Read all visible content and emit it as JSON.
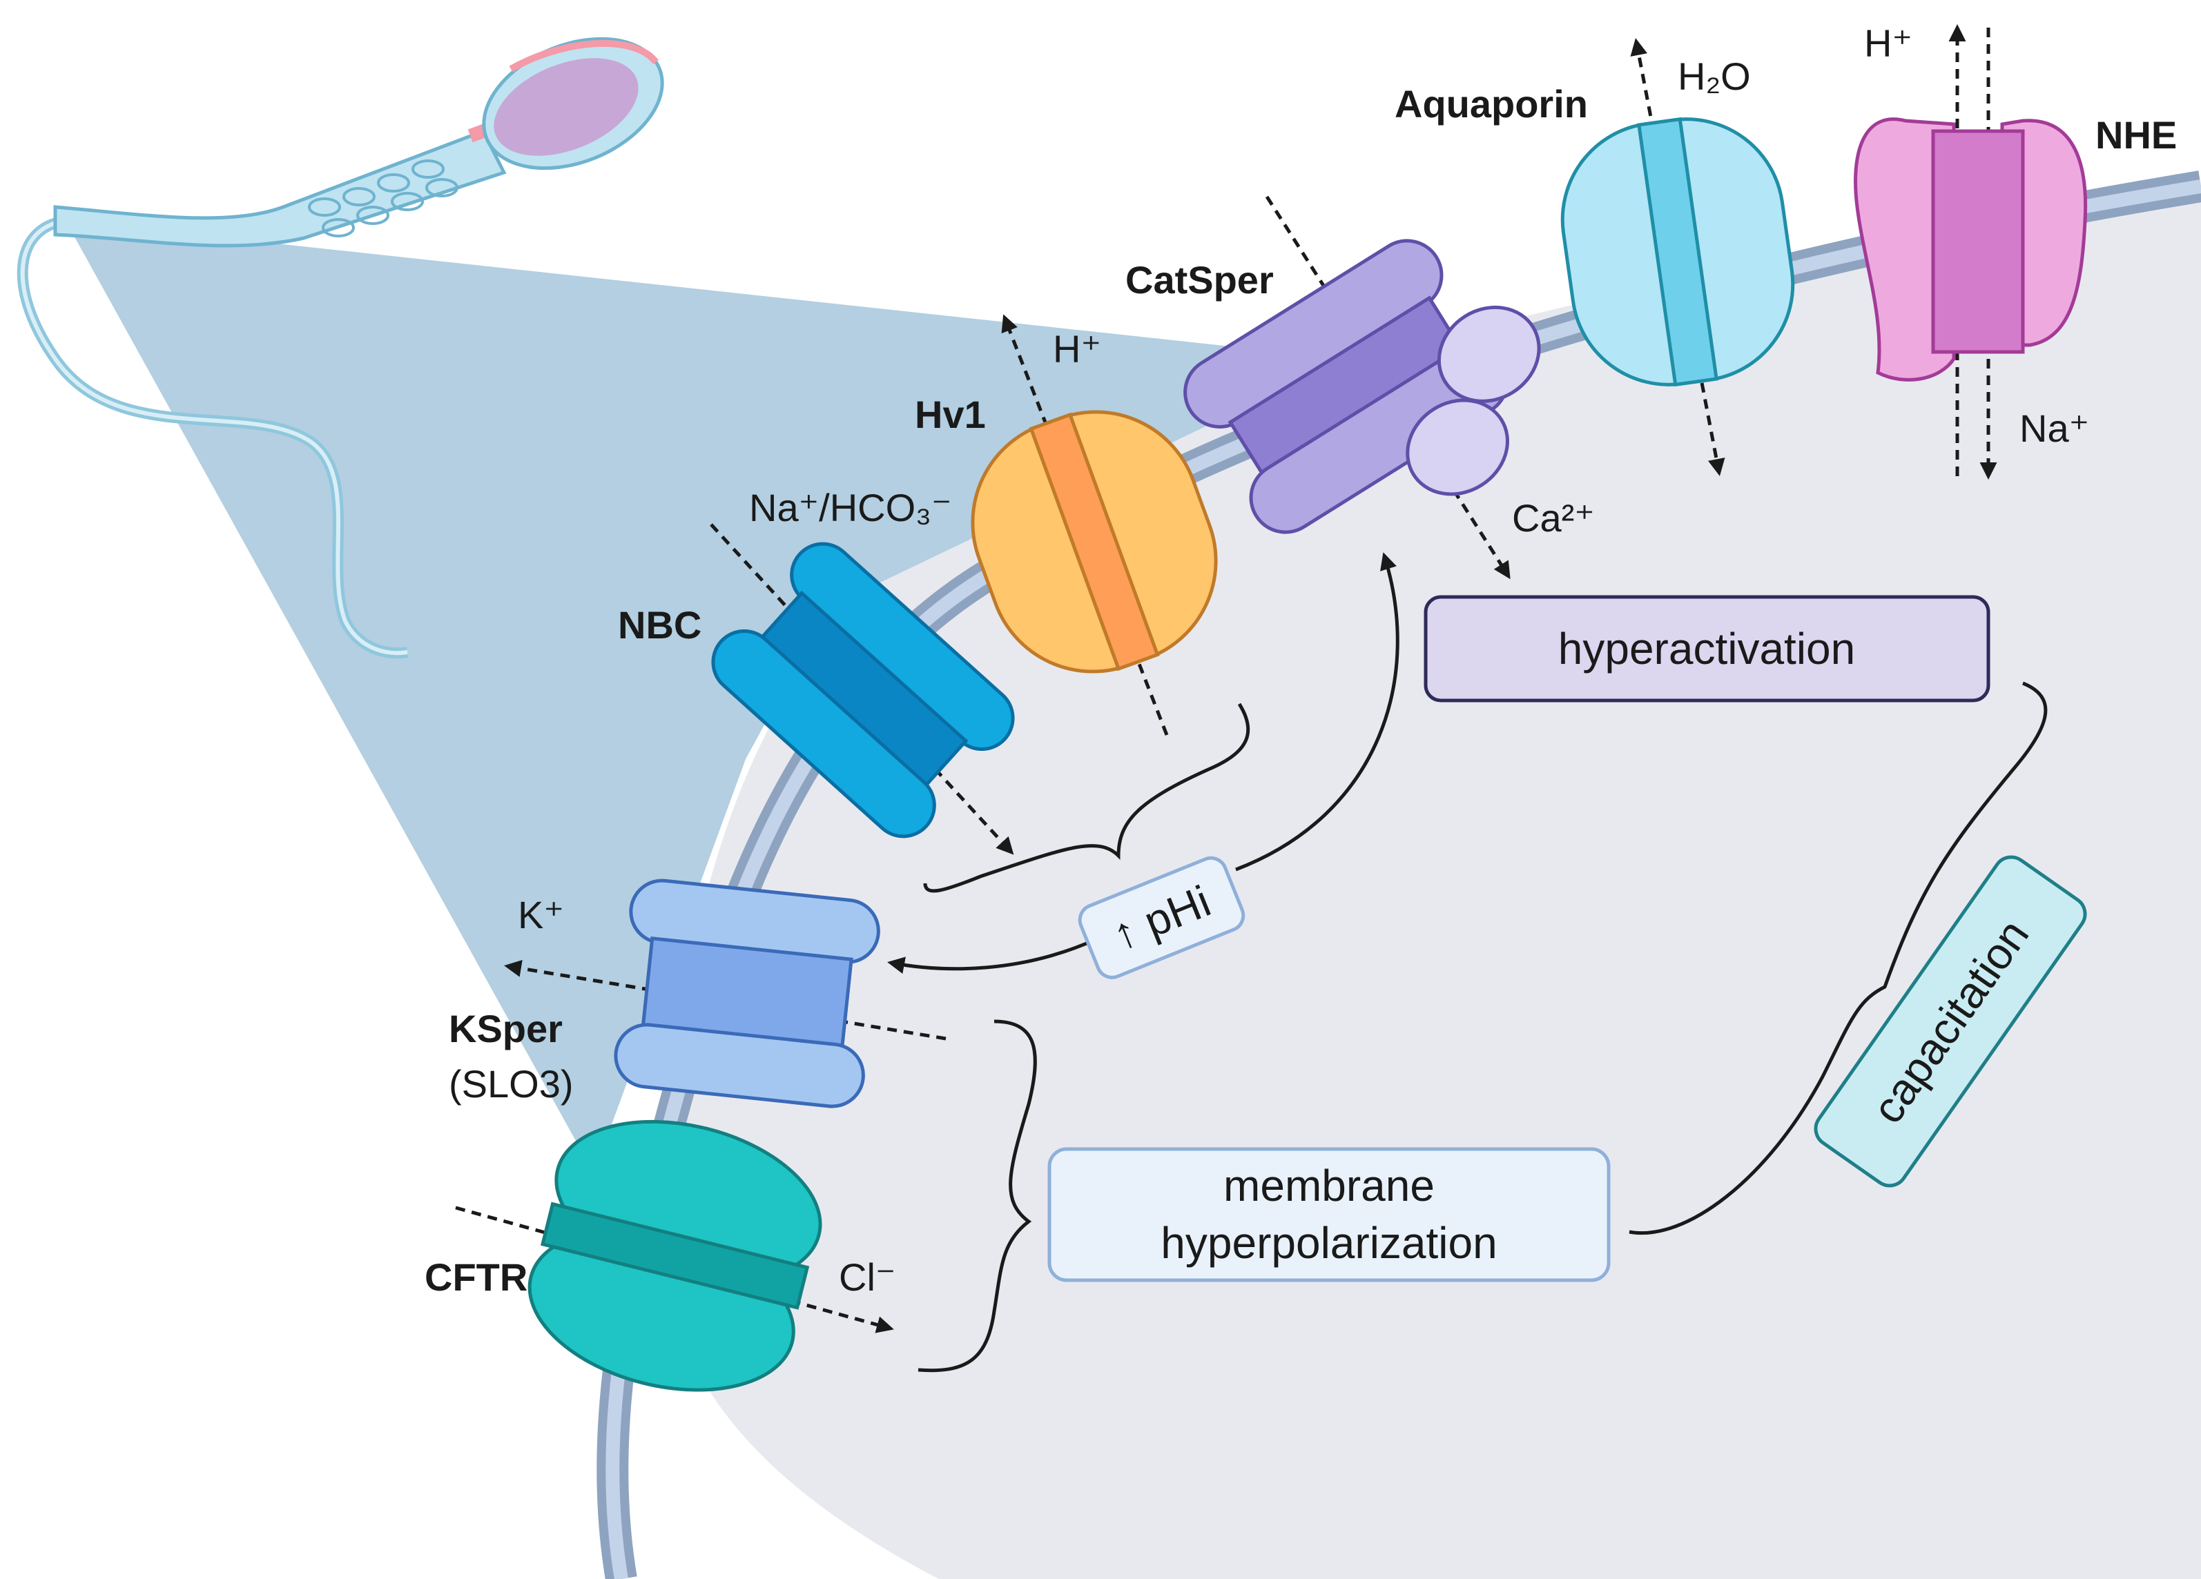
{
  "proteins": {
    "nbc": "NBC",
    "hv1": "Hv1",
    "catsper": "CatSper",
    "aquaporin": "Aquaporin",
    "nhe": "NHE",
    "ksper": "KSper",
    "ksper_alias": "(SLO3)",
    "cftr": "CFTR"
  },
  "ions": {
    "na_hco3": "Na⁺/HCO₃⁻",
    "h_hv1": "H⁺",
    "ca": "Ca²⁺",
    "h2o": "H₂O",
    "h_nhe": "H⁺",
    "na_nhe": "Na⁺",
    "k": "K⁺",
    "cl": "Cl⁻"
  },
  "boxes": {
    "hyperactivation": "hyperactivation",
    "phi": "↑ pHi",
    "membrane_line1": "membrane",
    "membrane_line2": "hyperpolarization",
    "capacitation": "capacitation"
  },
  "colors": {
    "cytoplasm": "#e8e9ef",
    "membrane_outer": "#8ea3bf",
    "membrane_inner": "#c3d3ea",
    "zoom_cone": "#b3cfe1",
    "nbc": "#12a8e0",
    "hv1": "#ffc66b",
    "catsper": "#a99de0",
    "aquaporin": "#b3e6f7",
    "nhe": "#eeaadf",
    "ksper": "#a4c7f2",
    "cftr": "#1fc4c4",
    "hyperactivation_box": "#dcd6ef",
    "phi_box": "#e9f2fb",
    "membrane_box": "#e9f2fb",
    "capacitation_box": "#c9ecf3"
  }
}
